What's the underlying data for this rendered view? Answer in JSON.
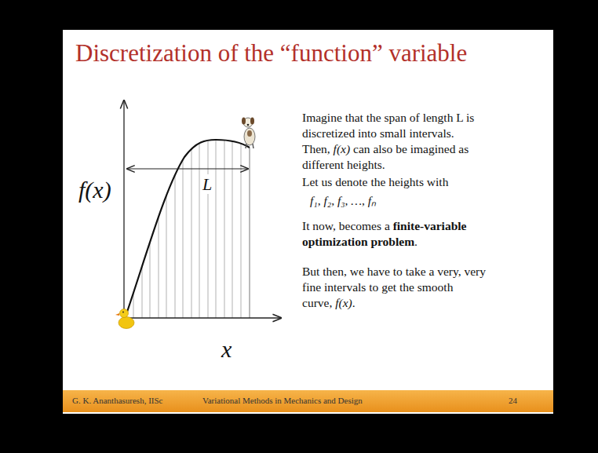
{
  "diagram": {
    "title": "Discretization of the “function” variable",
    "labels": [
      "f(x)",
      "L",
      "x",
      "Imagine that the span of length L is discretized into small intervals. Then,",
      "f(x)",
      "can also be imagined as different heights.",
      "Let us denote the heights with",
      "f₁, f₂, f₃, …, fₙ",
      "It now, becomes a",
      "finite-variable optimization problem",
      ".",
      "But then, we have to take a very, very fine intervals to get the smooth curve,",
      "f(x)",
      ".",
      "G. K. Ananthasuresh, IISc",
      "Variational Methods in Mechanics and Design",
      "24"
    ]
  }
}
